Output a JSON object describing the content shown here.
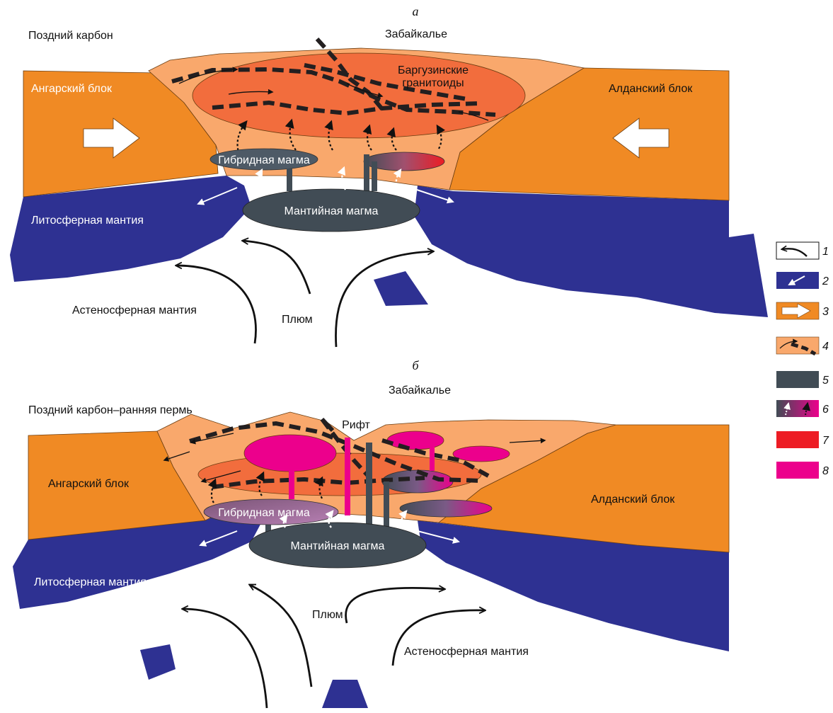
{
  "panel_a": {
    "letter": "a",
    "period": "Поздний карбон",
    "region": "Забайкалье",
    "granitoids": [
      "Баргузинские",
      "гранитоиды"
    ],
    "angara": "Ангарский блок",
    "aldan": "Алданский блок",
    "hybrid_magma": "Гибридная магма",
    "mantle_magma": "Мантийная магма",
    "lithosphere": "Литосферная мантия",
    "asthenosphere": "Астеносферная мантия",
    "plume": "Плюм"
  },
  "panel_b": {
    "letter": "б",
    "period": "Поздний карбон–ранняя пермь",
    "region": "Забайкалье",
    "rift": "Рифт",
    "angara": "Ангарский блок",
    "aldan": "Алданский блок",
    "hybrid_magma": "Гибридная магма",
    "mantle_magma": "Мантийная магма",
    "lithosphere": "Литосферная мантия",
    "asthenosphere": "Астеносферная мантия",
    "plume": "Плюм"
  },
  "legend": [
    {
      "num": "1",
      "icon": "curved-arrow-icon"
    },
    {
      "num": "2",
      "icon": "white-arrow-on-blue-icon",
      "color": "#2e3192"
    },
    {
      "num": "3",
      "icon": "compression-arrow-icon",
      "color": "#f08a24"
    },
    {
      "num": "4",
      "icon": "shear-zone-icon",
      "color": "#f9a86c"
    },
    {
      "num": "5",
      "icon": "mantle-magma-swatch",
      "color": "#414c55"
    },
    {
      "num": "6",
      "icon": "hybrid-magma-swatch"
    },
    {
      "num": "7",
      "icon": "red-swatch",
      "color": "#ed1c24"
    },
    {
      "num": "8",
      "icon": "magenta-swatch",
      "color": "#ec008c"
    }
  ],
  "colors": {
    "orange_block": "#f08a24",
    "light_crust": "#f9a86c",
    "granite": "#f26d3d",
    "mantle_blue": "#2e3192",
    "magma_dark": "#414c55",
    "red": "#ed1c24",
    "magenta": "#ec008c"
  }
}
